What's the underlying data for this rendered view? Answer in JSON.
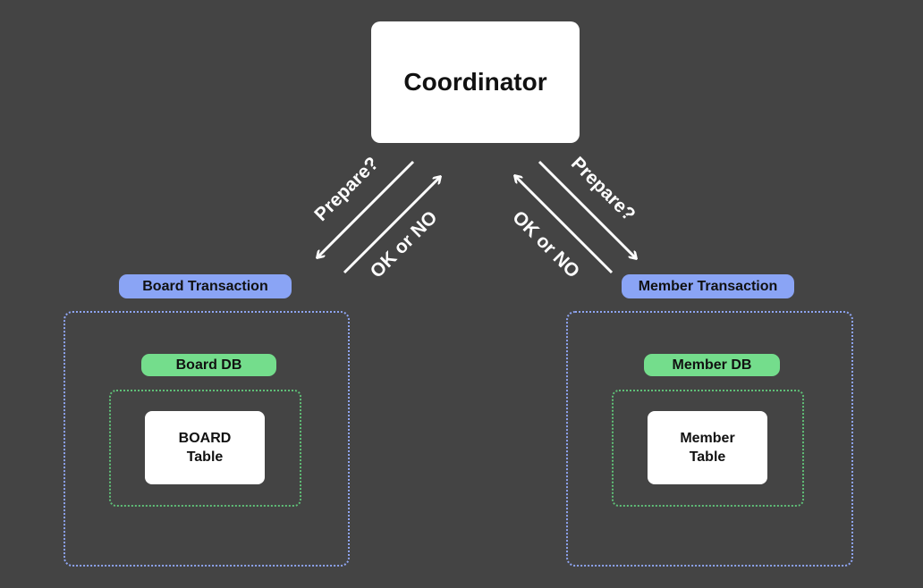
{
  "coordinator": {
    "label": "Coordinator"
  },
  "left": {
    "transaction_label": "Board Transaction",
    "db_label": "Board DB",
    "table_line1": "BOARD",
    "table_line2": "Table",
    "prepare_label": "Prepare?",
    "reply_label": "OK or NO"
  },
  "right": {
    "transaction_label": "Member Transaction",
    "db_label": "Member DB",
    "table_line1": "Member",
    "table_line2": "Table",
    "prepare_label": "Prepare?",
    "reply_label": "OK or NO"
  },
  "colors": {
    "background": "#444444",
    "transaction_accent": "#8aa4f5",
    "db_accent": "#74dd8c",
    "box": "#ffffff"
  }
}
